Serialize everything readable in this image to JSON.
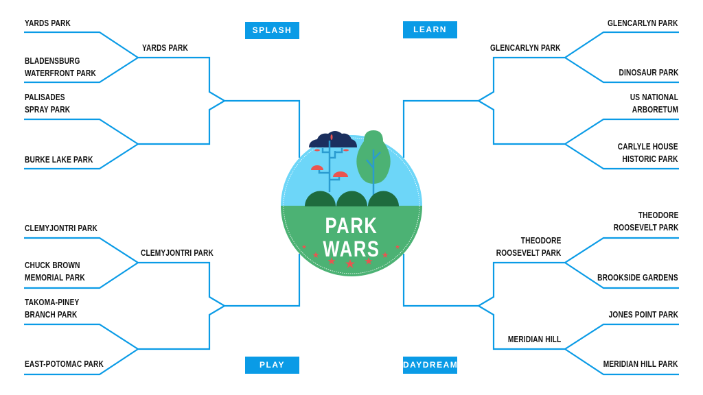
{
  "title": "PARK WARS",
  "categories": {
    "splash": "SPLASH",
    "learn": "LEARN",
    "play": "PLAY",
    "daydream": "DAYDREAM"
  },
  "splash": {
    "round1": [
      "YARDS PARK",
      "BLADENSBURG\nWATERFRONT PARK",
      "PALISADES\nSPRAY PARK",
      "BURKE LAKE PARK"
    ],
    "round2": [
      "YARDS PARK"
    ]
  },
  "play": {
    "round1": [
      "CLEMYJONTRI PARK",
      "CHUCK BROWN\nMEMORIAL PARK",
      "TAKOMA-PINEY\nBRANCH PARK",
      "EAST-POTOMAC PARK"
    ],
    "round2": [
      "CLEMYJONTRI PARK"
    ]
  },
  "learn": {
    "round1": [
      "GLENCARLYN PARK",
      "DINOSAUR PARK",
      "US NATIONAL\nARBORETUM",
      "CARLYLE HOUSE\nHISTORIC PARK"
    ],
    "round2": [
      "GLENCARLYN PARK"
    ]
  },
  "daydream": {
    "round1": [
      "THEODORE\nROOSEVELT PARK",
      "BROOKSIDE GARDENS",
      "JONES POINT PARK",
      "MERIDIAN HILL PARK"
    ],
    "round2": [
      "THEODORE\nROOSEVELT PARK",
      "MERIDIAN HILL"
    ]
  },
  "colors": {
    "line": "#0a9be6",
    "sky": "#6dd6f8",
    "grass": "#4cb274",
    "hill": "#1e6b3e",
    "star": "#ea5450",
    "navy": "#1b2f5e"
  }
}
